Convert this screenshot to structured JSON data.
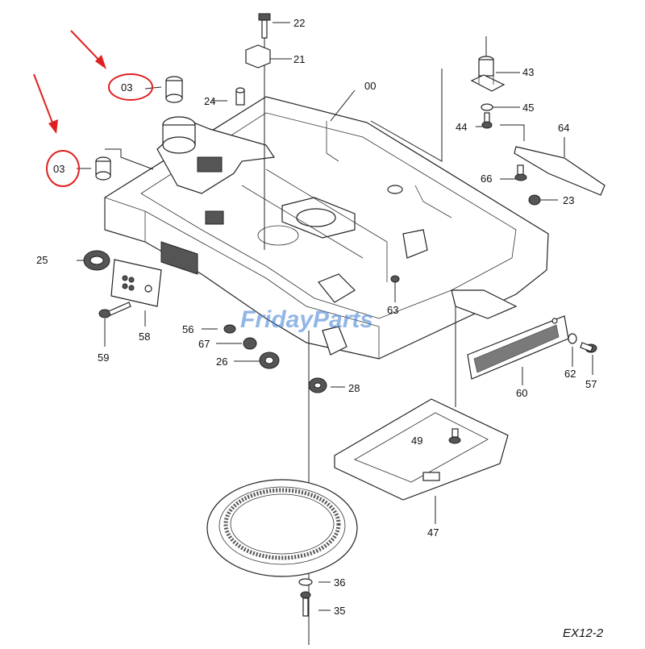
{
  "diagram": {
    "drawing_code": "EX12-2",
    "watermark": "FridayParts",
    "highlighted_part": "03",
    "highlight_color": "#e02020",
    "watermark_color": "#4a86d6",
    "callouts": [
      {
        "id": "c22",
        "text": "22"
      },
      {
        "id": "c21",
        "text": "21"
      },
      {
        "id": "c00",
        "text": "00"
      },
      {
        "id": "c43",
        "text": "43"
      },
      {
        "id": "c03a",
        "text": "03"
      },
      {
        "id": "c24",
        "text": "24"
      },
      {
        "id": "c45",
        "text": "45"
      },
      {
        "id": "c44",
        "text": "44"
      },
      {
        "id": "c64",
        "text": "64"
      },
      {
        "id": "c03b",
        "text": "03"
      },
      {
        "id": "c66",
        "text": "66"
      },
      {
        "id": "c23",
        "text": "23"
      },
      {
        "id": "c25",
        "text": "25"
      },
      {
        "id": "c63",
        "text": "63"
      },
      {
        "id": "c56",
        "text": "56"
      },
      {
        "id": "c59",
        "text": "59"
      },
      {
        "id": "c58",
        "text": "58"
      },
      {
        "id": "c67",
        "text": "67"
      },
      {
        "id": "c26",
        "text": "26"
      },
      {
        "id": "c62",
        "text": "62"
      },
      {
        "id": "c57",
        "text": "57"
      },
      {
        "id": "c60",
        "text": "60"
      },
      {
        "id": "c28",
        "text": "28"
      },
      {
        "id": "c49",
        "text": "49"
      },
      {
        "id": "c47",
        "text": "47"
      },
      {
        "id": "c36",
        "text": "36"
      },
      {
        "id": "c35",
        "text": "35"
      }
    ]
  }
}
